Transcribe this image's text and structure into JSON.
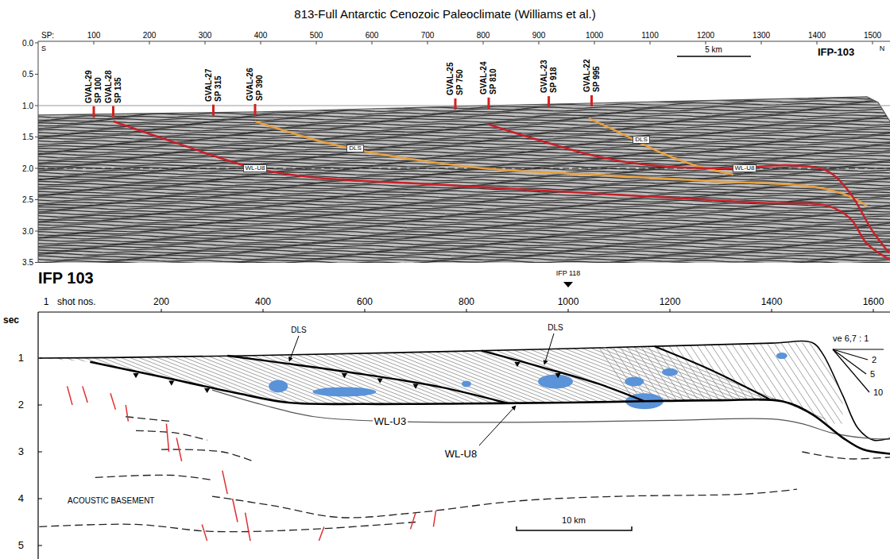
{
  "diagram": {
    "title": "813-Full Antarctic Cenozoic Paleoclimate (Williams et al.)",
    "labels": [
      "SP:",
      "100",
      "200",
      "300",
      "400",
      "500",
      "600",
      "700",
      "800",
      "900",
      "1000",
      "1100",
      "1200",
      "1300",
      "1400",
      "1500",
      "S",
      "5 km",
      "IFP-103",
      "N",
      "0.0",
      "0.5",
      "1.0",
      "1.5",
      "2.0",
      "2.5",
      "3.0",
      "3.5",
      "GVAL-29",
      "SP 100",
      "GVAL-28",
      "SP 135",
      "GVAL-27",
      "SP 315",
      "GVAL-26",
      "SP 390",
      "GVAL-25",
      "SP 750",
      "GVAL-24",
      "SP 810",
      "GVAL-23",
      "SP 918",
      "GVAL-22",
      "SP 995",
      "DLS",
      "WL-U8",
      "DLS",
      "WL-U8",
      "IFP 103",
      "IFP 118",
      "1",
      "shot nos.",
      "200",
      "400",
      "600",
      "800",
      "1000",
      "1200",
      "1400",
      "1600",
      "sec",
      "1",
      "2",
      "3",
      "4",
      "5",
      "ve 6,7 : 1",
      "2",
      "5",
      "10",
      "DLS",
      "DLS",
      "WL-U3",
      "WL-U8",
      "ACOUSTIC BASEMENT",
      "10 km"
    ]
  }
}
